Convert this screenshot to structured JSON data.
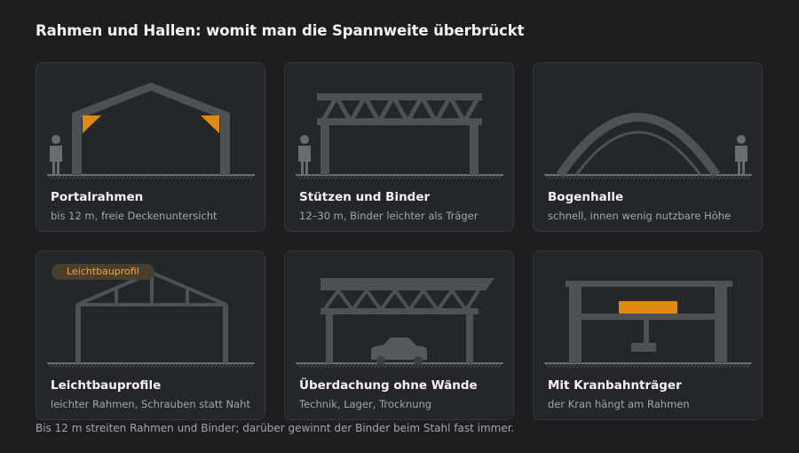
{
  "title": "Rahmen und Hallen: womit man die Spannweite überbrückt",
  "colors": {
    "background": "#1c1e20",
    "card": "#242729",
    "steel": "#4c5155",
    "accent": "#e08a12",
    "badge_text": "#f0a43a"
  },
  "cards": [
    {
      "name": "Portalrahmen",
      "desc": "bis 12 m, freie Deckenuntersicht",
      "icon": "portal-frame-icon"
    },
    {
      "name": "Stützen und Binder",
      "desc": "12–30 m, Binder leichter als Träger",
      "icon": "column-truss-icon"
    },
    {
      "name": "Bogenhalle",
      "desc": "schnell, innen wenig nutzbare Höhe",
      "icon": "arch-hall-icon"
    },
    {
      "name": "Leichtbauprofile",
      "desc": "leichter Rahmen, Schrauben statt Naht",
      "icon": "light-frame-icon",
      "badge": "Leichtbauprofil"
    },
    {
      "name": "Überdachung ohne Wände",
      "desc": "Technik, Lager, Trocknung",
      "icon": "open-canopy-icon"
    },
    {
      "name": "Mit Kranbahnträger",
      "desc": "der Kran hängt am Rahmen",
      "icon": "crane-girder-icon"
    }
  ],
  "footnote": "Bis 12 m streiten Rahmen und Binder; darüber gewinnt der Binder beim Stahl fast immer."
}
